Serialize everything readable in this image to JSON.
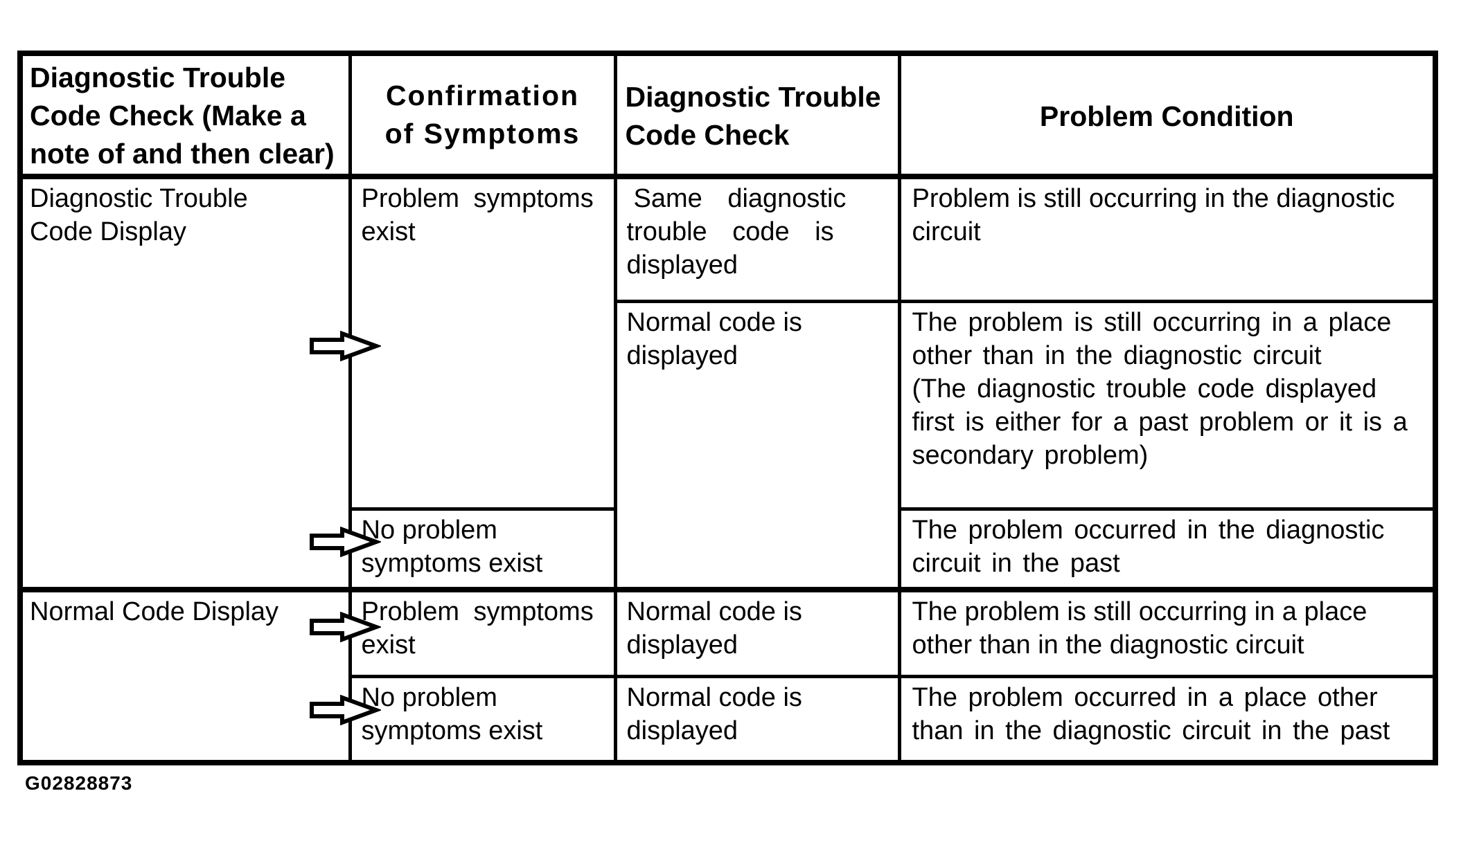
{
  "table": {
    "header": {
      "dtc_check_clear": "Diagnostic Trouble\nCode Check (Make a\nnote of and then clear)",
      "confirmation": "Confirmation\nof Symptoms",
      "dtc_check": "Diagnostic Trouble\nCode Check",
      "problem_condition": "Problem Condition"
    },
    "body": {
      "dtc_display": {
        "label": "Diagnostic Trouble\nCode Display",
        "symptoms_exist": "Problem symptoms\nexist",
        "same_code_displayed": "Same diagnostic\ntrouble code is\ndisplayed",
        "condition_same_code": "Problem is still occurring in the diagnostic\ncircuit",
        "normal_code_displayed": "Normal code is\ndisplayed",
        "condition_normal_code": "The problem is still occurring in a place\nother than in the diagnostic circuit\n(The diagnostic trouble code displayed\nfirst is either for a past problem or it is a\nsecondary problem)",
        "no_symptoms": "No problem\nsymptoms exist",
        "condition_past": "The problem occurred in the diagnostic\ncircuit in the past"
      },
      "normal_display": {
        "label": "Normal Code Display",
        "symptoms_exist": "Problem symptoms\nexist",
        "normal_code_displayed_1": "Normal code is\ndisplayed",
        "condition_other_place": "The problem is still occurring in a place\nother than in the diagnostic circuit",
        "no_symptoms": "No problem\nsymptoms exist",
        "normal_code_displayed_2": "Normal code is\ndisplayed",
        "condition_other_place_past": "The problem occurred in a place other\nthan in the diagnostic circuit in the past"
      }
    },
    "caption": "G02828873"
  },
  "icons": {
    "flow_arrow": "right-block-arrow"
  },
  "colors": {
    "ink": "#000000",
    "paper": "#ffffff"
  }
}
